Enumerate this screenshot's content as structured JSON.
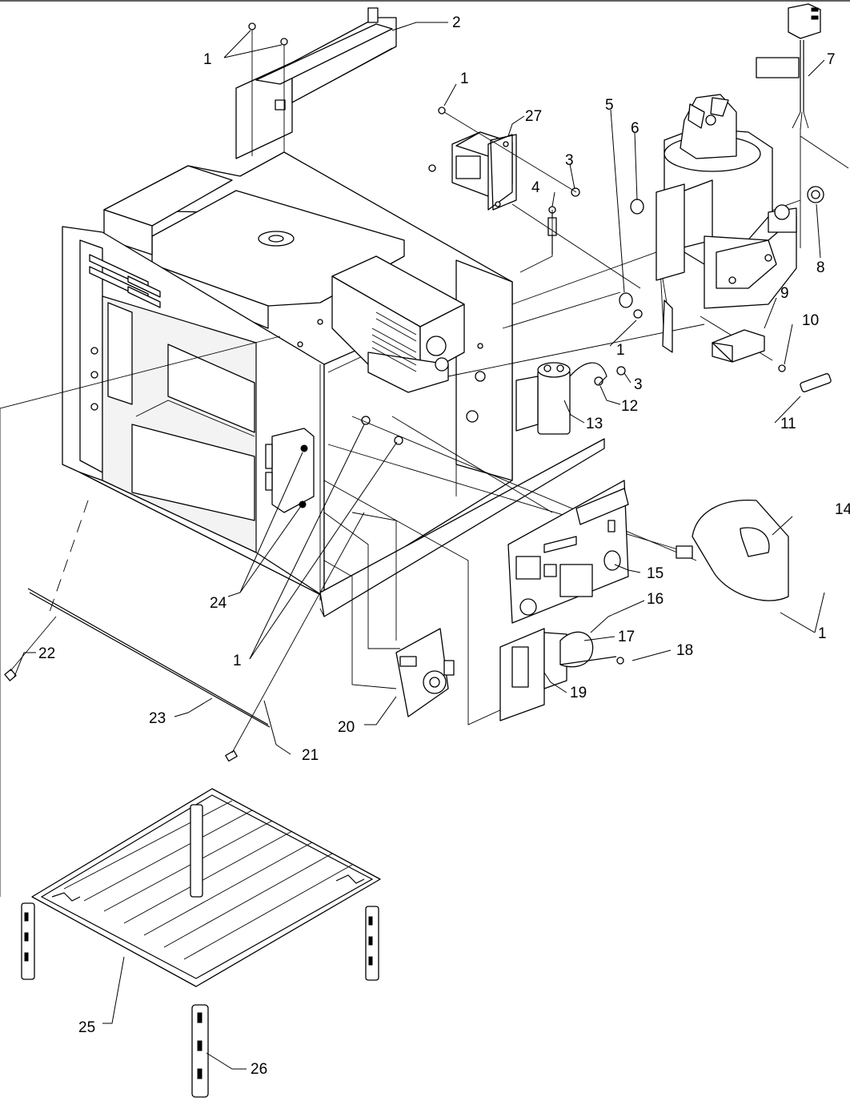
{
  "callouts": [
    {
      "id": "c1a",
      "text": "1"
    },
    {
      "id": "c2",
      "text": "2"
    },
    {
      "id": "c1b",
      "text": "1"
    },
    {
      "id": "c27",
      "text": "27"
    },
    {
      "id": "c3a",
      "text": "3"
    },
    {
      "id": "c4",
      "text": "4"
    },
    {
      "id": "c5",
      "text": "5"
    },
    {
      "id": "c6",
      "text": "6"
    },
    {
      "id": "c7",
      "text": "7"
    },
    {
      "id": "c8",
      "text": "8"
    },
    {
      "id": "c9",
      "text": "9"
    },
    {
      "id": "c10",
      "text": "10"
    },
    {
      "id": "c1c",
      "text": "1"
    },
    {
      "id": "c3b",
      "text": "3"
    },
    {
      "id": "c12",
      "text": "12"
    },
    {
      "id": "c11",
      "text": "11"
    },
    {
      "id": "c13",
      "text": "13"
    },
    {
      "id": "c14",
      "text": "14"
    },
    {
      "id": "c15",
      "text": "15"
    },
    {
      "id": "c16",
      "text": "16"
    },
    {
      "id": "c17",
      "text": "17"
    },
    {
      "id": "c18",
      "text": "18"
    },
    {
      "id": "c19",
      "text": "19"
    },
    {
      "id": "c1d",
      "text": "1"
    },
    {
      "id": "c24",
      "text": "24"
    },
    {
      "id": "c1e",
      "text": "1"
    },
    {
      "id": "c22",
      "text": "22"
    },
    {
      "id": "c23",
      "text": "23"
    },
    {
      "id": "c21",
      "text": "21"
    },
    {
      "id": "c20",
      "text": "20"
    },
    {
      "id": "c25",
      "text": "25"
    },
    {
      "id": "c26",
      "text": "26"
    }
  ]
}
